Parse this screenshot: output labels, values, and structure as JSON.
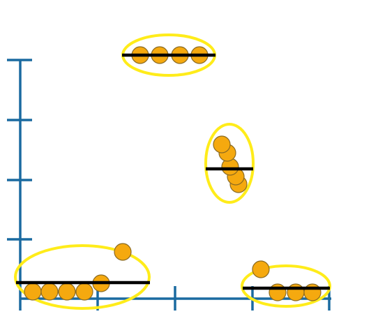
{
  "colors": {
    "axis": "#1a6aa0",
    "dot_fill": "#f5a90f",
    "dot_stroke": "#8a6a22",
    "ellipse": "#ffec1a",
    "line": "#000000",
    "background": "#ffffff"
  },
  "diagram": {
    "description_visible_text": "",
    "axes": {
      "x_ticks": 5,
      "y_ticks": 5
    },
    "groups": [
      {
        "id": "bottom-left-cluster",
        "dots": 5,
        "outlier": 1,
        "line": "horizontal"
      },
      {
        "id": "top-cluster",
        "dots": 4,
        "outlier": 0,
        "line": "horizontal"
      },
      {
        "id": "middle-right-cluster",
        "dots": 5,
        "outlier": 0,
        "line": "horizontal"
      },
      {
        "id": "bottom-right-cluster",
        "dots": 3,
        "outlier": 1,
        "line": "horizontal"
      }
    ]
  }
}
